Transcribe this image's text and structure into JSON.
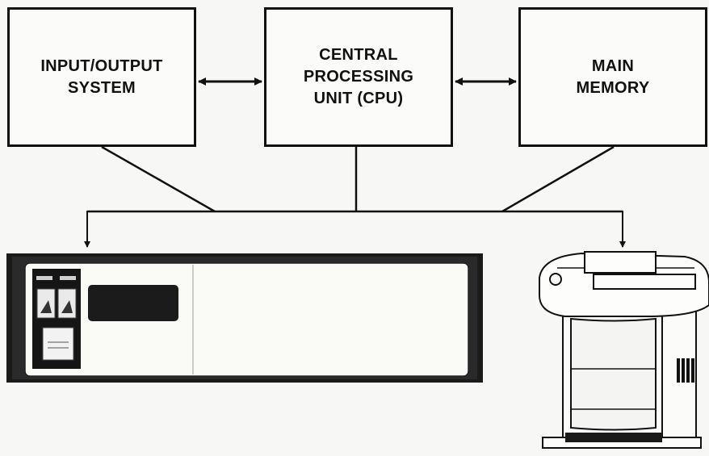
{
  "blocks": {
    "io": {
      "label": "INPUT/OUTPUT\nSYSTEM"
    },
    "cpu": {
      "label": "CENTRAL\nPROCESSING\nUNIT (CPU)"
    },
    "memory": {
      "label": "MAIN\nMEMORY"
    }
  },
  "connections": [
    {
      "from": "io",
      "to": "cpu",
      "type": "bidirectional-arrow"
    },
    {
      "from": "cpu",
      "to": "memory",
      "type": "bidirectional-arrow"
    }
  ],
  "hardware": [
    "disk-drive-unit",
    "printer-terminal"
  ]
}
